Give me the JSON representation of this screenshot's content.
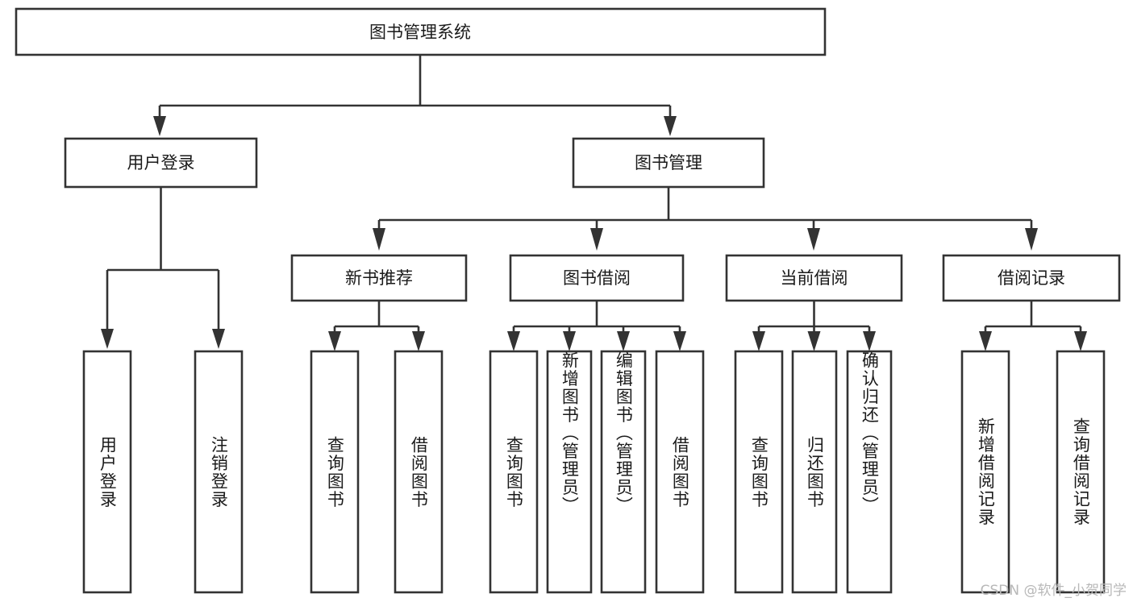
{
  "diagram": {
    "title": "图书管理系统",
    "type": "tree-hierarchy",
    "watermark": "CSDN @软件_小贺同学",
    "colors": {
      "stroke": "#333333",
      "fill": "#ffffff",
      "text": "#1a1a1a",
      "watermark": "#b8b8b8"
    },
    "root": {
      "label": "图书管理系统"
    },
    "level2": [
      {
        "label": "用户登录"
      },
      {
        "label": "图书管理"
      }
    ],
    "level3": [
      {
        "label": "新书推荐"
      },
      {
        "label": "图书借阅"
      },
      {
        "label": "当前借阅"
      },
      {
        "label": "借阅记录"
      }
    ],
    "leaves": {
      "user_login": [
        {
          "label": "用户登录"
        },
        {
          "label": "注销登录"
        }
      ],
      "new_book_recommend": [
        {
          "label": "查询图书"
        },
        {
          "label": "借阅图书"
        }
      ],
      "book_borrow": [
        {
          "label": "查询图书"
        },
        {
          "label": "新增图书（管理员）"
        },
        {
          "label": "编辑图书（管理员）"
        },
        {
          "label": "借阅图书"
        }
      ],
      "current_borrow": [
        {
          "label": "查询图书"
        },
        {
          "label": "归还图书"
        },
        {
          "label": "确认归还（管理员）"
        }
      ],
      "borrow_record": [
        {
          "label": "新增借阅记录"
        },
        {
          "label": "查询借阅记录"
        }
      ]
    }
  }
}
